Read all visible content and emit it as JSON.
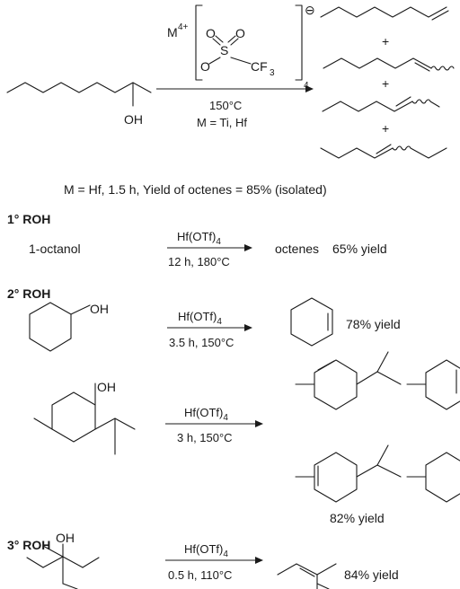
{
  "top_reaction": {
    "oh_label": "OH",
    "catalyst_metal": "M",
    "catalyst_charge": "4+",
    "triflate_atoms": {
      "O1": "O",
      "O2": "O",
      "O3": "O",
      "S": "S",
      "C": "CF",
      "F_sub": "3"
    },
    "anion_charge": "⊖",
    "bracket_subscript": "4",
    "temperature": "150°C",
    "metals": "M = Ti, Hf",
    "plus_1": "+",
    "plus_2": "+",
    "plus_3": "+"
  },
  "summary": "M = Hf, 1.5 h, Yield of octenes = 85% (isolated)",
  "section_1": {
    "heading": "1° ROH",
    "substrate": "1-octanol",
    "reagent_main": "Hf(OTf)",
    "reagent_sub": "4",
    "conditions": "12 h, 180°C",
    "product": "octenes",
    "yield": "65% yield"
  },
  "section_2": {
    "heading": "2° ROH",
    "oh_label_a": "OH",
    "reagent_main_a": "Hf(OTf)",
    "reagent_sub_a": "4",
    "conditions_a": "3.5 h, 150°C",
    "yield_a": "78% yield",
    "oh_label_b": "OH",
    "reagent_main_b": "Hf(OTf)",
    "reagent_sub_b": "4",
    "conditions_b": "3 h, 150°C",
    "yield_b": "82% yield"
  },
  "section_3": {
    "heading": "3° ROH",
    "oh_label": "OH",
    "reagent_main": "Hf(OTf)",
    "reagent_sub": "4",
    "conditions": "0.5 h, 110°C",
    "yield": "84% yield"
  }
}
